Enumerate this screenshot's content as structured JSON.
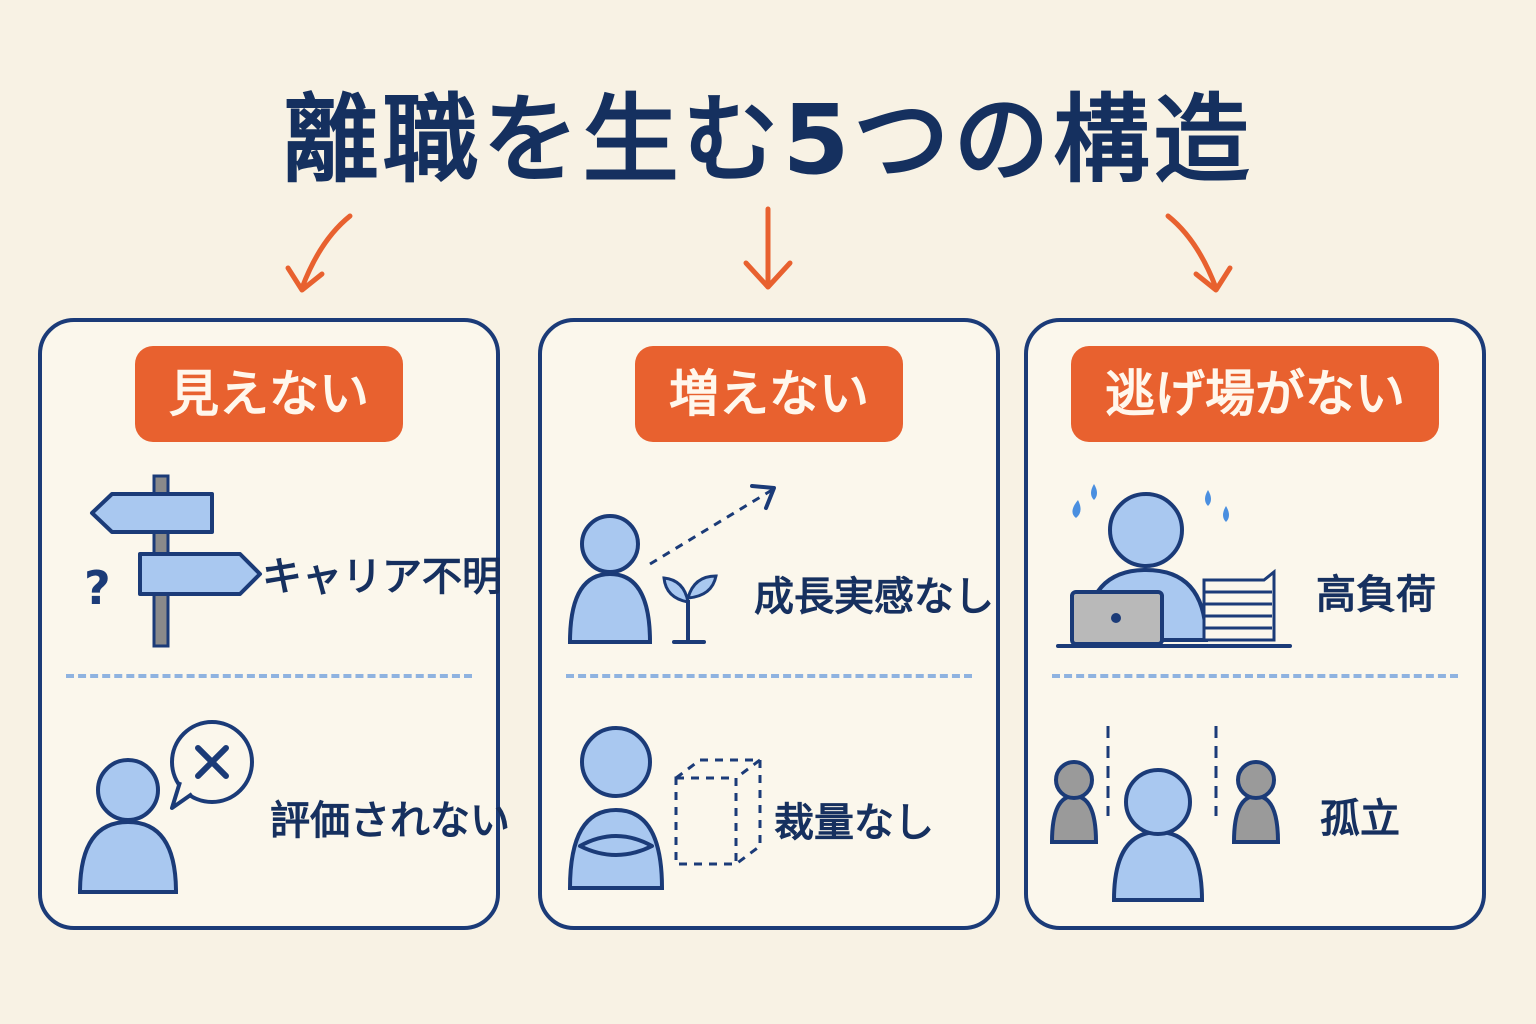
{
  "title": "離職を生む5つの構造",
  "colors": {
    "accent": "#e8612f",
    "navy": "#1b3b78",
    "person": "#a9c8f0",
    "gray": "#9a9a9a",
    "background": "#f8f2e4"
  },
  "panels": [
    {
      "heading": "見えない",
      "items": [
        {
          "label": "キャリア不明",
          "icon": "signpost-question-icon"
        },
        {
          "label": "評価されない",
          "icon": "person-speech-x-icon"
        }
      ]
    },
    {
      "heading": "増えない",
      "items": [
        {
          "label": "成長実感なし",
          "icon": "person-sprout-arrow-icon"
        },
        {
          "label": "裁量なし",
          "icon": "person-arms-crossed-box-icon"
        }
      ]
    },
    {
      "heading": "逃げ場がない",
      "items": [
        {
          "label": "高負荷",
          "icon": "person-laptop-documents-icon"
        },
        {
          "label": "孤立",
          "icon": "isolated-person-icon"
        }
      ]
    }
  ]
}
